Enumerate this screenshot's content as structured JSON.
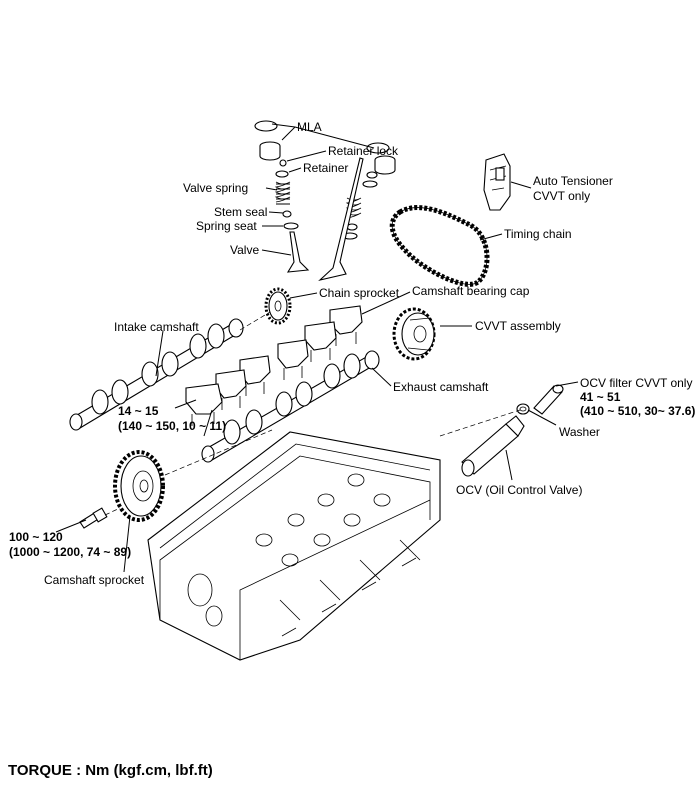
{
  "labels": {
    "mla": "MLA",
    "retainer_lock": "Retainer lock",
    "retainer": "Retainer",
    "valve_spring": "Valve spring",
    "stem_seal": "Stem seal",
    "spring_seat": "Spring seat",
    "valve": "Valve",
    "auto_tensioner_1": "Auto Tensioner",
    "auto_tensioner_2": "CVVT only",
    "timing_chain": "Timing chain",
    "chain_sprocket": "Chain sprocket",
    "camshaft_bearing_cap": "Camshaft bearing cap",
    "intake_camshaft": "Intake camshaft",
    "cvvt_assembly": "CVVT assembly",
    "exhaust_camshaft": "Exhaust camshaft",
    "ocv_filter": "OCV filter CVVT only",
    "washer": "Washer",
    "ocv": "OCV (Oil Control Valve)",
    "camshaft_sprocket": "Camshaft sprocket"
  },
  "torques": {
    "ocv_filter_nm": "41 ~ 51",
    "ocv_filter_kgf_lbf": "(410 ~ 510, 30~ 37.6)",
    "bearing_cap_nm": "14 ~ 15",
    "bearing_cap_kgf_lbf": "(140 ~ 150, 10 ~ 11)",
    "sprocket_bolt_nm": "100 ~ 120",
    "sprocket_bolt_kgf_lbf": "(1000 ~ 1200, 74 ~ 89)"
  },
  "footer": {
    "torque_units": "TORQUE : Nm (kgf.cm, lbf.ft)"
  }
}
